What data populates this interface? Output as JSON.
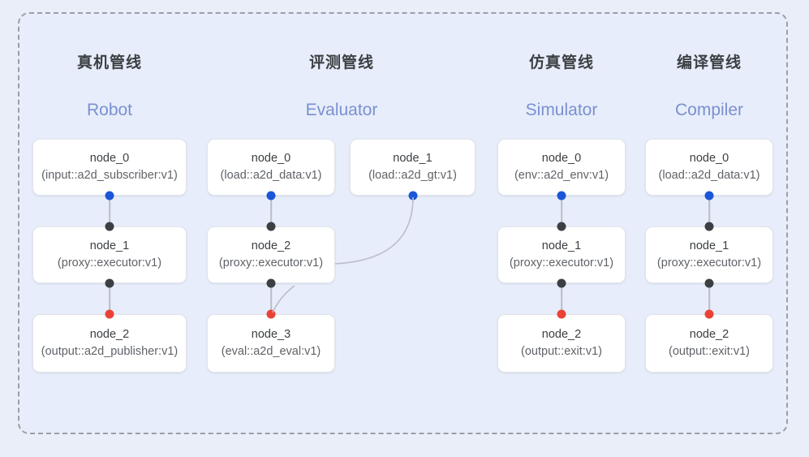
{
  "diagram": {
    "type": "pipeline-dag",
    "frame": {
      "style": "dashed-rounded-rectangle",
      "border_color": "#9aa0a6",
      "background": "#e7edfa"
    },
    "palette": {
      "page_background": "#e9eef9",
      "node_background": "#ffffff",
      "node_border": "#e2e4ea",
      "title_cn_color": "#3c4043",
      "title_en_color": "#7a90d2",
      "port_input_blue": "#1a56d6",
      "port_chain_dark": "#3c4043",
      "port_output_red": "#ea4335",
      "edge_color": "#b9bdc7"
    },
    "columns": [
      {
        "id": "robot",
        "title_cn": "真机管线",
        "title_en": "Robot",
        "nodes": [
          {
            "name": "node_0",
            "type": "(input::a2d_subscriber:v1)"
          },
          {
            "name": "node_1",
            "type": "(proxy::executor:v1)"
          },
          {
            "name": "node_2",
            "type": "(output::a2d_publisher:v1)"
          }
        ]
      },
      {
        "id": "evaluator",
        "title_cn": "评测管线",
        "title_en": "Evaluator",
        "nodes": [
          {
            "name": "node_0",
            "type": "(load::a2d_data:v1)"
          },
          {
            "name": "node_1",
            "type": "(load::a2d_gt:v1)"
          },
          {
            "name": "node_2",
            "type": "(proxy::executor:v1)"
          },
          {
            "name": "node_3",
            "type": "(eval::a2d_eval:v1)"
          }
        ]
      },
      {
        "id": "simulator",
        "title_cn": "仿真管线",
        "title_en": "Simulator",
        "nodes": [
          {
            "name": "node_0",
            "type": "(env::a2d_env:v1)"
          },
          {
            "name": "node_1",
            "type": "(proxy::executor:v1)"
          },
          {
            "name": "node_2",
            "type": "(output::exit:v1)"
          }
        ]
      },
      {
        "id": "compiler",
        "title_cn": "编译管线",
        "title_en": "Compiler",
        "nodes": [
          {
            "name": "node_0",
            "type": "(load::a2d_data:v1)"
          },
          {
            "name": "node_1",
            "type": "(proxy::executor:v1)"
          },
          {
            "name": "node_2",
            "type": "(output::exit:v1)"
          }
        ]
      }
    ]
  }
}
